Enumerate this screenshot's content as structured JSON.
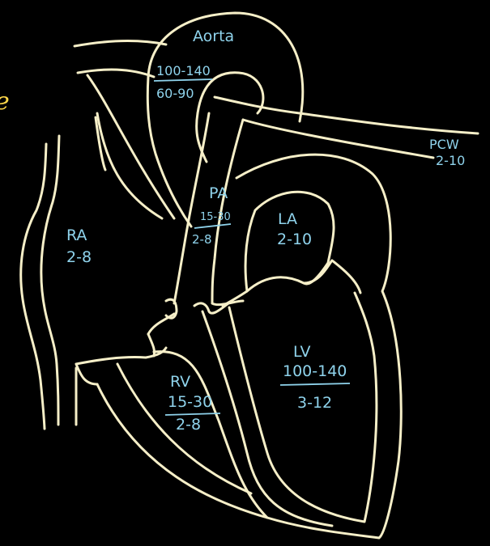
{
  "edge_letter": "e",
  "labels": {
    "aorta": {
      "name": "Aorta",
      "systolic": "100-140",
      "diastolic": "60-90"
    },
    "pa": {
      "name": "PA",
      "systolic": "15-30",
      "diastolic": "2-8"
    },
    "pcw": {
      "name": "PCW",
      "value": "2-10"
    },
    "ra": {
      "name": "RA",
      "value": "2-8"
    },
    "la": {
      "name": "LA",
      "value": "2-10"
    },
    "lv": {
      "name": "LV",
      "systolic": "100-140",
      "diastolic": "3-12"
    },
    "rv": {
      "name": "RV",
      "systolic": "15-30",
      "diastolic": "2-8"
    }
  },
  "colors": {
    "outline": "#f6efc8",
    "label": "#8fd3ec",
    "edge_letter": "#ffd84a",
    "background": "#000000"
  }
}
